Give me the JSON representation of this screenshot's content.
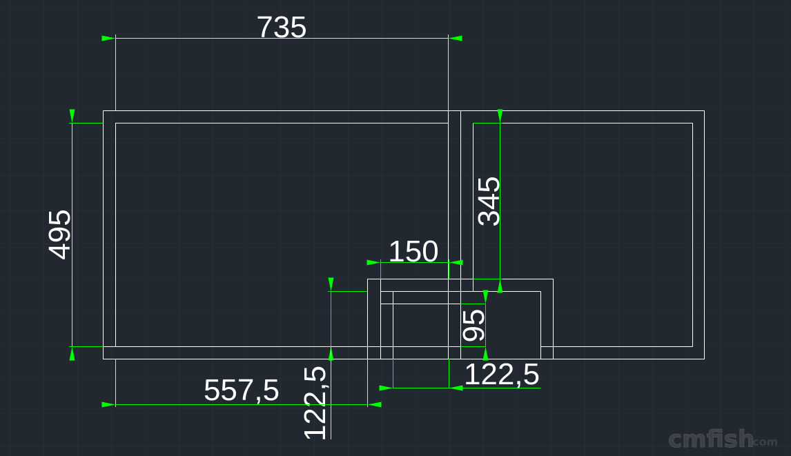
{
  "drawing": {
    "dimensions": {
      "top_width": "735",
      "left_height": "495",
      "right_height": "345",
      "notch_width": "150",
      "inner_height": "95",
      "offset_height": "122,5",
      "bottom_offset": "557,5",
      "bottom_width": "122,5"
    },
    "watermark": {
      "main": "cmfish",
      "suffix": ".com"
    },
    "colors": {
      "background": "#212830",
      "geometry": "#ffffff",
      "dimension": "#00ff00",
      "text": "#ffffff"
    }
  }
}
